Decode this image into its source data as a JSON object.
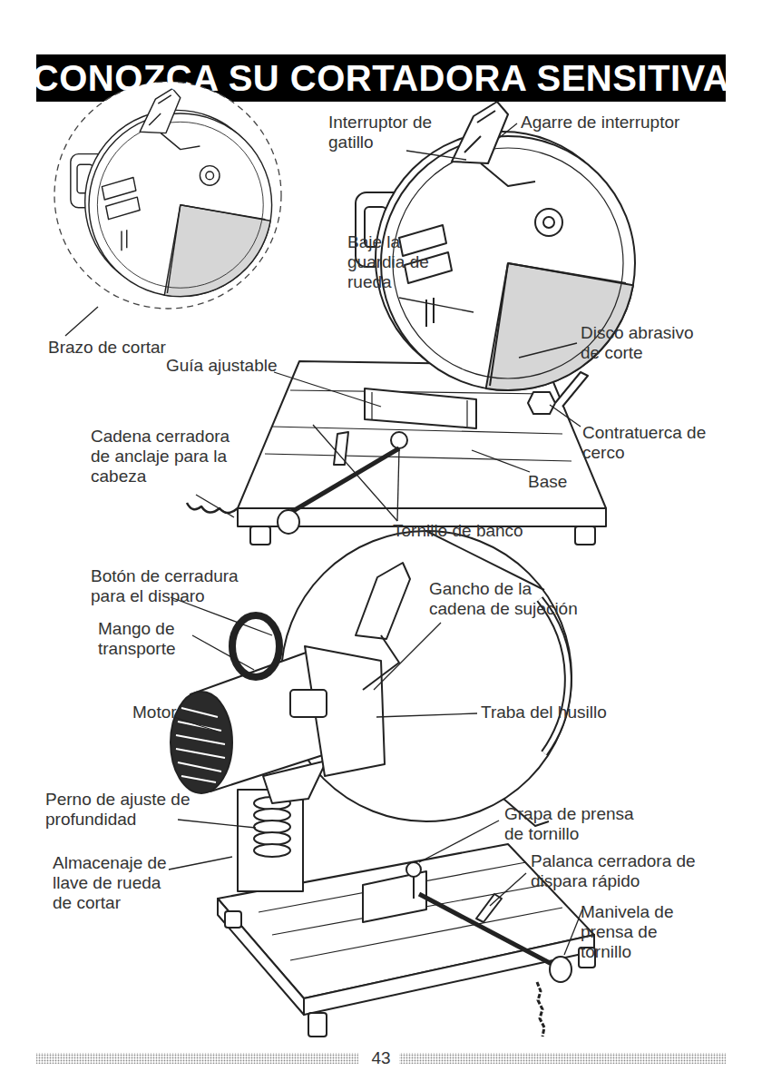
{
  "diagram": {
    "title": "CONOZCA SU CORTADORA SENSITIVA",
    "labels": [
      "Interruptor de gatillo",
      "Agarre de interruptor",
      "Baje la guardia de rueda",
      "Brazo de cortar",
      "Guía ajustable",
      "Disco abrasivo de corte",
      "Contratuerca de cerco",
      "Cadena cerradora de anclaje para la cabeza",
      "Base",
      "Tornillo de banco",
      "Botón de cerradura para el disparo",
      "Gancho de la cadena de sujeción",
      "Mango de transporte",
      "Motor",
      "Traba del husillo",
      "Perno de ajuste de profundidad",
      "Grapa de prensa de tornillo",
      "Almacenaje de llave de rueda de cortar",
      "Palanca cerradora de dispara rápido",
      "Manivela de prensa de tornillo",
      "43"
    ]
  }
}
